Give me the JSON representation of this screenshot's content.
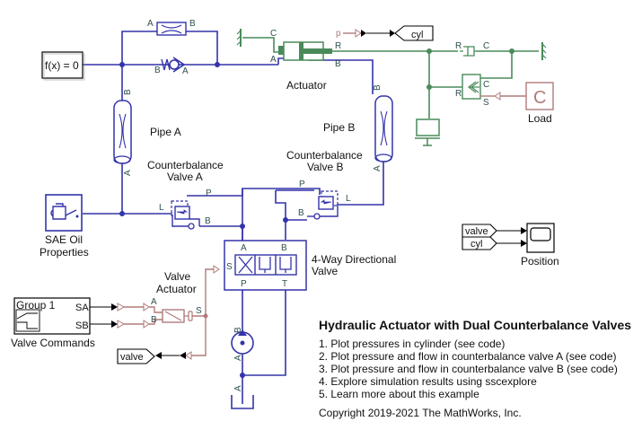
{
  "blocks": {
    "solver": "f(x) = 0",
    "pipe_a": "Pipe A",
    "pipe_b": "Pipe B",
    "actuator": "Actuator",
    "cbv_a": [
      "Counterbalance",
      "Valve A"
    ],
    "cbv_b": [
      "Counterbalance",
      "Valve B"
    ],
    "oil": [
      "SAE Oil",
      "Properties"
    ],
    "dir_valve": [
      "4-Way Directional",
      "Valve"
    ],
    "valve_actuator": [
      "Valve",
      "Actuator"
    ],
    "valve_commands": "Valve Commands",
    "group": "Group 1",
    "load": "Load",
    "load_glyph": "C",
    "position": "Position"
  },
  "ports": {
    "A": "A",
    "B": "B",
    "C": "C",
    "R": "R",
    "P": "P",
    "T": "T",
    "L": "L",
    "S": "S",
    "SA": "SA",
    "SB": "SB",
    "p": "p"
  },
  "tags": {
    "cyl": "cyl",
    "valve": "valve"
  },
  "info": {
    "title": "Hydraulic Actuator with Dual Counterbalance Valves",
    "items": [
      "1. Plot pressures in cylinder (see code)",
      "2. Plot pressure and flow in counterbalance valve A (see code)",
      "3. Plot pressure and flow in counterbalance valve B (see code)",
      "4. Explore simulation results using sscexplore",
      "5. Learn more about this example"
    ],
    "copyright": "Copyright 2019-2021 The MathWorks, Inc."
  },
  "colors": {
    "hydraulic": "#3333aa",
    "mechanical": "#4a8a5a",
    "signal": "#b07a7a"
  }
}
